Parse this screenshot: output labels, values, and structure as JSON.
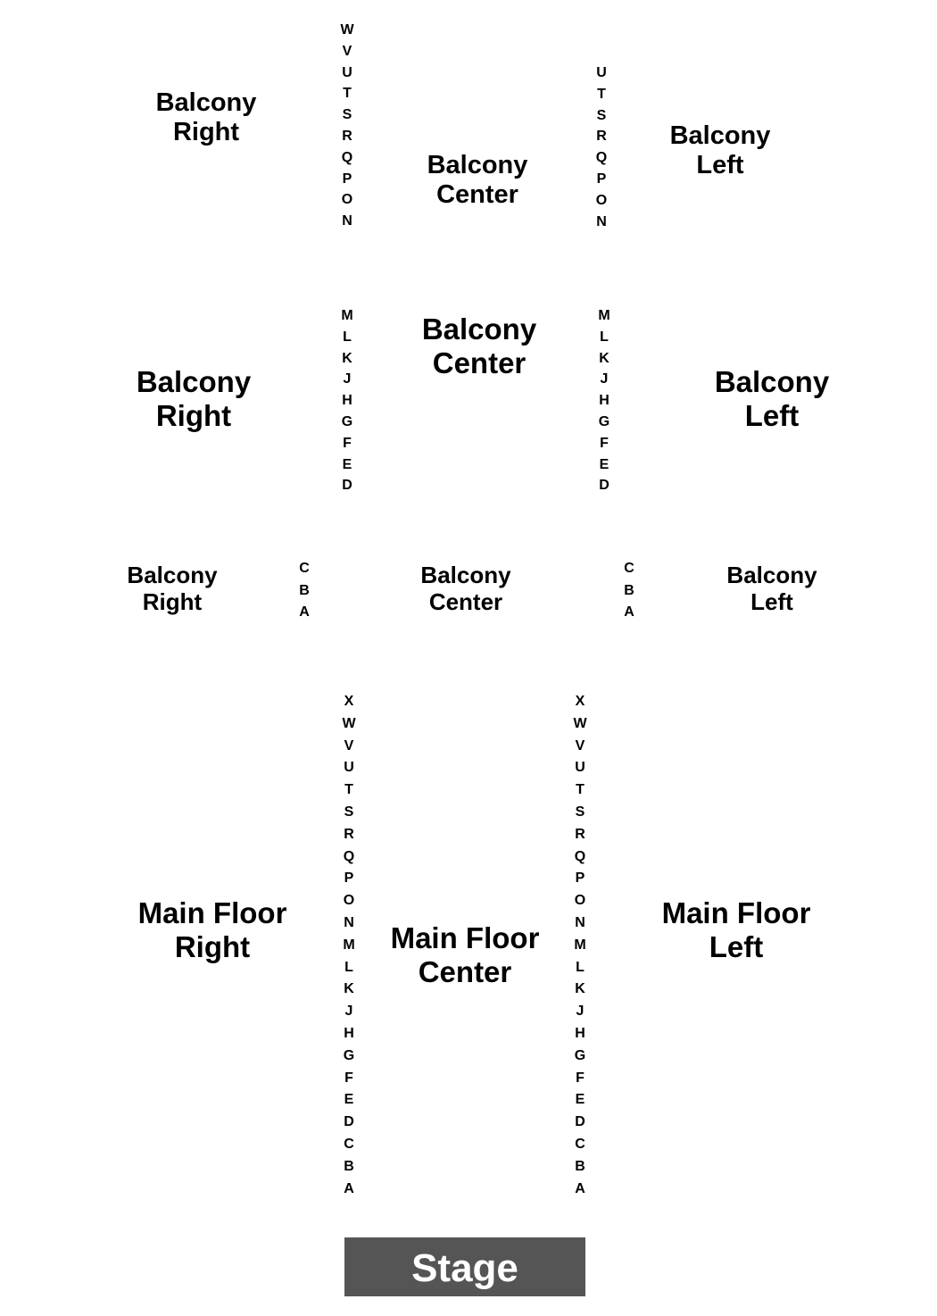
{
  "sections": {
    "balcony_upper_right": {
      "line1": "Balcony",
      "line2": "Right"
    },
    "balcony_upper_center": {
      "line1": "Balcony",
      "line2": "Center"
    },
    "balcony_upper_left": {
      "line1": "Balcony",
      "line2": "Left"
    },
    "balcony_middle_right": {
      "line1": "Balcony",
      "line2": "Right"
    },
    "balcony_middle_center": {
      "line1": "Balcony",
      "line2": "Center"
    },
    "balcony_middle_left": {
      "line1": "Balcony",
      "line2": "Left"
    },
    "balcony_front_right": {
      "line1": "Balcony",
      "line2": "Right"
    },
    "balcony_front_center": {
      "line1": "Balcony",
      "line2": "Center"
    },
    "balcony_front_left": {
      "line1": "Balcony",
      "line2": "Left"
    },
    "main_right": {
      "line1": "Main Floor",
      "line2": "Right"
    },
    "main_center": {
      "line1": "Main Floor",
      "line2": "Center"
    },
    "main_left": {
      "line1": "Main Floor",
      "line2": "Left"
    }
  },
  "row_labels": {
    "balcony_upper_aisle_right": [
      "W",
      "V",
      "U",
      "T",
      "S",
      "R",
      "Q",
      "P",
      "O",
      "N"
    ],
    "balcony_upper_aisle_left": [
      "U",
      "T",
      "S",
      "R",
      "Q",
      "P",
      "O",
      "N"
    ],
    "balcony_middle_aisle_right": [
      "M",
      "L",
      "K",
      "J",
      "H",
      "G",
      "F",
      "E",
      "D"
    ],
    "balcony_middle_aisle_left": [
      "M",
      "L",
      "K",
      "J",
      "H",
      "G",
      "F",
      "E",
      "D"
    ],
    "balcony_front_aisle_right": [
      "C",
      "B",
      "A"
    ],
    "balcony_front_aisle_left": [
      "C",
      "B",
      "A"
    ],
    "main_aisle_right": [
      "X",
      "W",
      "V",
      "U",
      "T",
      "S",
      "R",
      "Q",
      "P",
      "O",
      "N",
      "M",
      "L",
      "K",
      "J",
      "H",
      "G",
      "F",
      "E",
      "D",
      "C",
      "B",
      "A"
    ],
    "main_aisle_left": [
      "X",
      "W",
      "V",
      "U",
      "T",
      "S",
      "R",
      "Q",
      "P",
      "O",
      "N",
      "M",
      "L",
      "K",
      "J",
      "H",
      "G",
      "F",
      "E",
      "D",
      "C",
      "B",
      "A"
    ]
  },
  "stage": {
    "label": "Stage"
  },
  "colors": {
    "stage_fill": "#555555",
    "stage_text": "#ffffff",
    "text": "#000000",
    "background": "#ffffff"
  }
}
